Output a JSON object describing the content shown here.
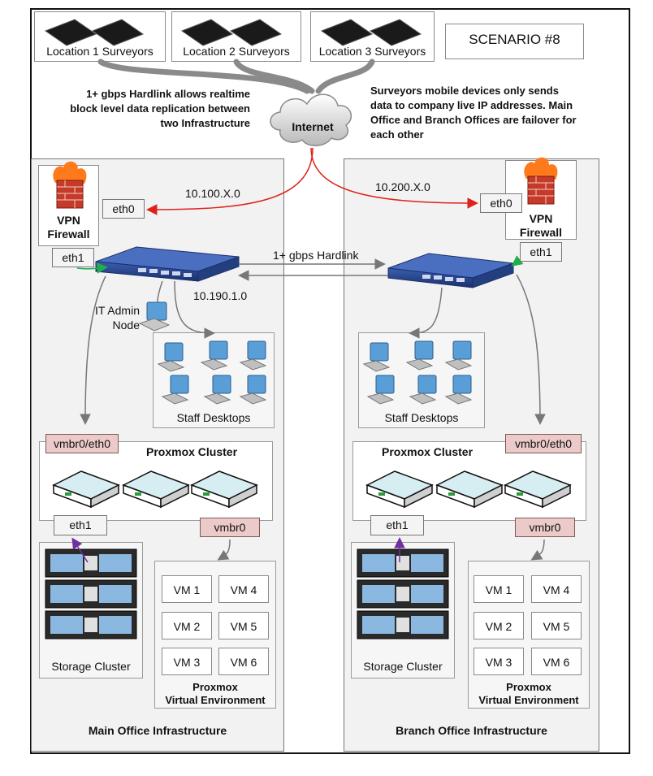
{
  "scenario": "SCENARIO #8",
  "locations": [
    "Location 1 Surveyors",
    "Location 2 Surveyors",
    "Location 3 Surveyors"
  ],
  "hardlink_note": [
    "1+ gbps Hardlink allows realtime",
    "block level data replication between",
    "two Infrastructure"
  ],
  "surveyors_note": [
    "Surveyors mobile devices only sends",
    "data to company live IP addresses. Main",
    "Office and Branch Offices are failover for",
    "each other"
  ],
  "internet": "Internet",
  "hardlink_label": "1+ gbps Hardlink",
  "net_main": "10.100.X.0",
  "net_branch": "10.200.X.0",
  "net_lan": "10.190.1.0",
  "firewall": [
    "VPN",
    "Firewall"
  ],
  "eth0": "eth0",
  "eth1": "eth1",
  "it_admin": [
    "IT Admin",
    "Node"
  ],
  "staff_desktops": "Staff Desktops",
  "vmbr0_eth0": "vmbr0/eth0",
  "vmbr0": "vmbr0",
  "proxmox_cluster": "Proxmox Cluster",
  "storage_cluster": "Storage Cluster",
  "vms": [
    "VM 1",
    "VM 4",
    "VM 2",
    "VM 5",
    "VM 3",
    "VM 6"
  ],
  "pve": [
    "Proxmox",
    "Virtual Environment"
  ],
  "main_office": "Main Office Infrastructure",
  "branch_office": "Branch Office Infrastructure"
}
